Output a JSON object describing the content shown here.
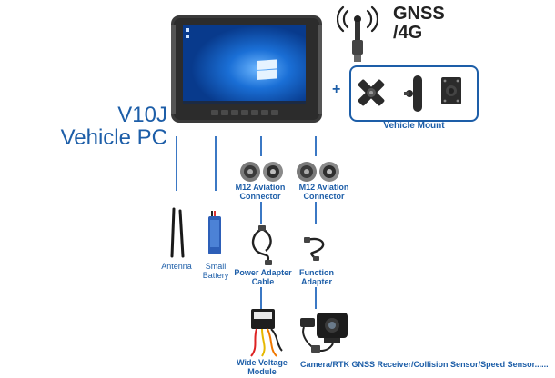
{
  "product_name": [
    "V10J",
    "Vehicle PC"
  ],
  "gnss_label": [
    "GNSS",
    "/4G"
  ],
  "plus_sign": "+",
  "vehicle_mount_label": "Vehicle Mount",
  "accessories": {
    "antenna": "Antenna",
    "small_battery": [
      "Small",
      "Battery"
    ],
    "m12_connector_left": [
      "M12 Aviation",
      "Connector"
    ],
    "m12_connector_right": [
      "M12 Aviation",
      "Connector"
    ],
    "power_adapter_cable": [
      "Power Adapter",
      "Cable"
    ],
    "function_adapter": [
      "Function",
      "Adapter"
    ],
    "wide_voltage_module": [
      "Wide Voltage",
      "Module"
    ],
    "camera_sensors": "Camera/RTK GNSS Receiver/Collision Sensor/Speed Sensor......"
  },
  "colors": {
    "accent_blue": "#1d5ea8",
    "line_blue": "#3b78c4",
    "device_body": "#3a3a3a",
    "screen_blue": "#0a4fb5"
  }
}
